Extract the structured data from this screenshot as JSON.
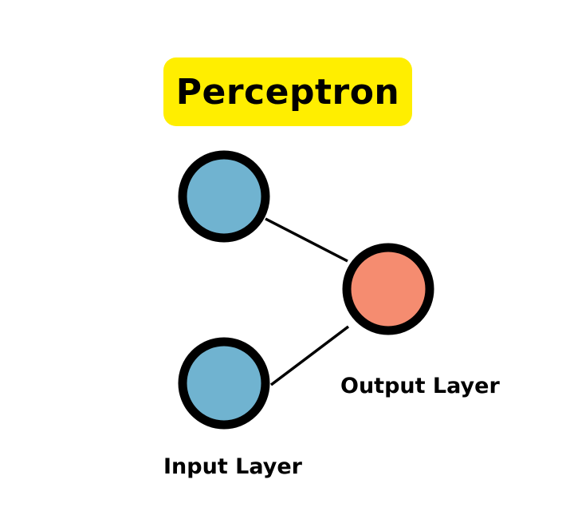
{
  "title": "Perceptron",
  "labels": {
    "output_layer": "Output Layer",
    "input_layer": "Input Layer"
  },
  "colors": {
    "title_background": "#FFEE00",
    "input_node_fill": "#70B3D0",
    "output_node_fill": "#F58C70",
    "node_stroke": "#000000",
    "edge": "#000000"
  }
}
